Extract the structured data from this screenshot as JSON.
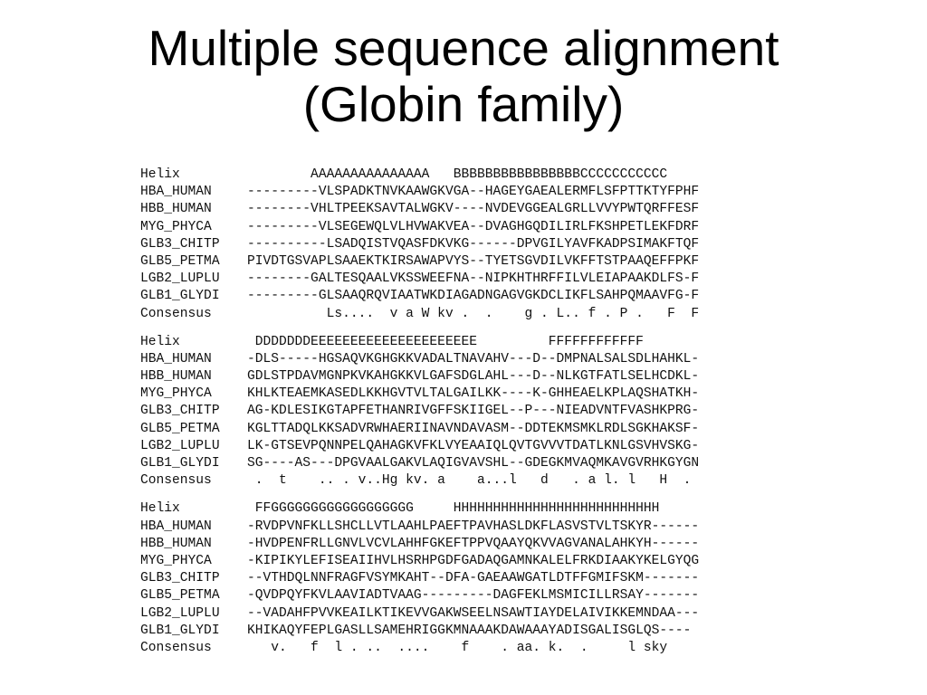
{
  "slide": {
    "title_line1": "Multiple sequence alignment",
    "title_line2": "(Globin family)"
  },
  "alignment": {
    "blocks": [
      {
        "rows": [
          {
            "name": "Helix",
            "seq": "        AAAAAAAAAAAAAAA   BBBBBBBBBBBBBBBBCCCCCCCCCCC"
          },
          {
            "name": "HBA_HUMAN",
            "seq": "---------VLSPADKTNVKAAWGKVGA--HAGEYGAEALERMFLSFPTTKTYFPHF"
          },
          {
            "name": "HBB_HUMAN",
            "seq": "--------VHLTPEEKSAVTALWGKV----NVDEVGGEALGRLLVVYPWTQRFFESF"
          },
          {
            "name": "MYG_PHYCA",
            "seq": "---------VLSEGEWQLVLHVWAKVEA--DVAGHGQDILIRLFKSHPETLEKFDRF"
          },
          {
            "name": "GLB3_CHITP",
            "seq": "----------LSADQISTVQASFDKVKG------DPVGILYAVFKADPSIMAKFTQF"
          },
          {
            "name": "GLB5_PETMA",
            "seq": "PIVDTGSVAPLSAAEKTKIRSAWAPVYS--TYETSGVDILVKFFTSTPAAQEFFPKF"
          },
          {
            "name": "LGB2_LUPLU",
            "seq": "--------GALTESQAALVKSSWEEFNA--NIPKHTHRFFILVLEIAPAAKDLFS-F"
          },
          {
            "name": "GLB1_GLYDI",
            "seq": "---------GLSAAQRQVIAATWKDIAGADNGAGVGKDCLIKFLSAHPQMAAVFG-F"
          },
          {
            "name": "Consensus",
            "seq": "          Ls....  v a W kv .  .    g . L.. f . P .   F  F"
          }
        ]
      },
      {
        "rows": [
          {
            "name": "Helix",
            "seq": " DDDDDDDEEEEEEEEEEEEEEEEEEEEE         FFFFFFFFFFFF"
          },
          {
            "name": "HBA_HUMAN",
            "seq": "-DLS-----HGSAQVKGHGKKVADALTNAVAHV---D--DMPNALSALSDLHAHKL-"
          },
          {
            "name": "HBB_HUMAN",
            "seq": "GDLSTPDAVMGNPKVKAHGKKVLGAFSDGLAHL---D--NLKGTFATLSELHCDKL-"
          },
          {
            "name": "MYG_PHYCA",
            "seq": "KHLKTEAEMKASEDLKKHGVTVLTALGAILKK----K-GHHEAELKPLAQSHATKH-"
          },
          {
            "name": "GLB3_CHITP",
            "seq": "AG-KDLESIKGTAPFETHANRIVGFFSKIIGEL--P---NIEADVNTFVASHKPRG-"
          },
          {
            "name": "GLB5_PETMA",
            "seq": "KGLTTADQLKKSADVRWHAERIINAVNDAVASM--DDTEKMSMKLRDLSGKHAKSF-"
          },
          {
            "name": "LGB2_LUPLU",
            "seq": "LK-GTSEVPQNNPELQAHAGKVFKLVYEAAIQLQVTGVVVTDATLKNLGSVHVSKG-"
          },
          {
            "name": "GLB1_GLYDI",
            "seq": "SG----AS---DPGVAALGAKVLAQIGVAVSHL--GDEGKMVAQMKAVGVRHKGYGN"
          },
          {
            "name": "Consensus",
            "seq": " .  t    .. . v..Hg kv. a    a...l   d   . a l. l   H  ."
          }
        ]
      },
      {
        "rows": [
          {
            "name": "Helix",
            "seq": " FFGGGGGGGGGGGGGGGGGG     HHHHHHHHHHHHHHHHHHHHHHHHHH"
          },
          {
            "name": "HBA_HUMAN",
            "seq": "-RVDPVNFKLLSHCLLVTLAAHLPAEFTPAVHASLDKFLASVSTVLTSKYR------"
          },
          {
            "name": "HBB_HUMAN",
            "seq": "-HVDPENFRLLGNVLVCVLAHHFGKEFTPPVQAAYQKVVAGVANALAHKYH------"
          },
          {
            "name": "MYG_PHYCA",
            "seq": "-KIPIKYLEFISEAIIHVLHSRHPGDFGADAQGAMNKALELFRKDIAAKYKELGYQG"
          },
          {
            "name": "GLB3_CHITP",
            "seq": "--VTHDQLNNFRAGFVSYMKAHT--DFA-GAEAAWGATLDTFFGMIFSKM-------"
          },
          {
            "name": "GLB5_PETMA",
            "seq": "-QVDPQYFKVLAAVIADTVAAG---------DAGFEKLMSMICILLRSAY-------"
          },
          {
            "name": "LGB2_LUPLU",
            "seq": "--VADAHFPVVKEAILKTIKEVVGAKWSEELNSAWTIAYDELAIVIKKEMNDAA---"
          },
          {
            "name": "GLB1_GLYDI",
            "seq": "KHIKAQYFEPLGASLLSAMEHRIGGKMNAAAKDAWAAAYADISGALISGLQS----"
          },
          {
            "name": "Consensus",
            "seq": "   v.   f  l . ..  ....    f    . aa. k.  .     l sky"
          }
        ]
      }
    ]
  }
}
